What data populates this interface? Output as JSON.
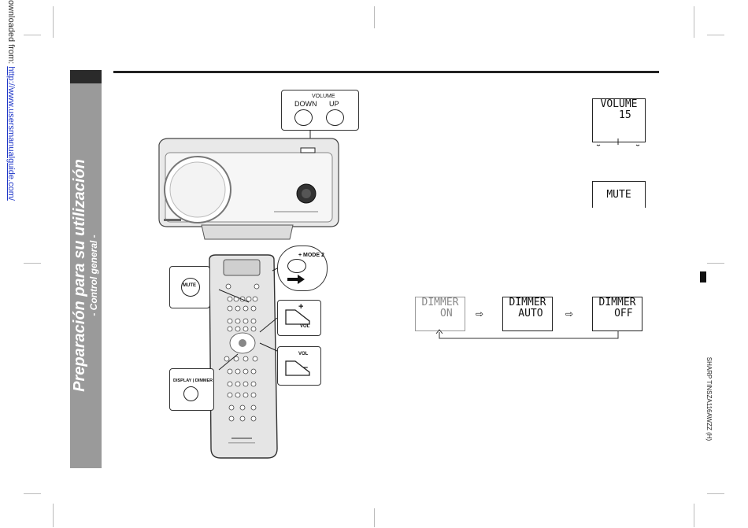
{
  "side_note": {
    "prefix": "Downloaded from: ",
    "url": "http://www.usersmanualguide.com/"
  },
  "section_tab": {
    "title": "Preparación para su utilización",
    "subtitle": "- Control general -"
  },
  "unit_volume": {
    "heading": "VOLUME",
    "down": "DOWN",
    "up": "UP"
  },
  "remote_mode": {
    "label": "+ MODE 2"
  },
  "remote_buttons": {
    "mute": "MUTE",
    "display_dimmer": "DISPLAY | DIMMER",
    "vol_up": "VOL",
    "vol_down": "VOL",
    "plus": "+",
    "minus": "–"
  },
  "displays": {
    "volume": "VOLUME\n  15",
    "mute": "MUTE",
    "dimmer": [
      "DIMMER\n  ON",
      "DIMMER\n AUTO",
      "DIMMER\n  OFF"
    ]
  },
  "footer_code": "SHARP TINSZA116AWZZ (H)"
}
